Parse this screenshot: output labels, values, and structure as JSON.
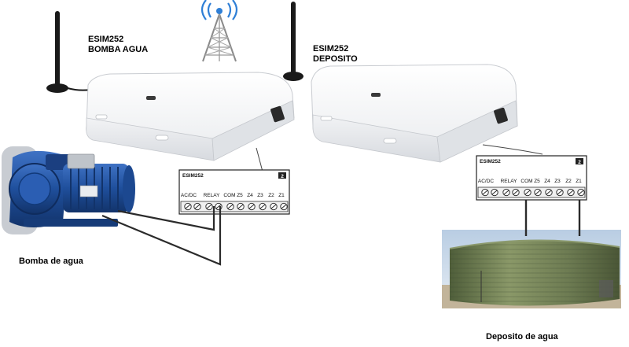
{
  "devices": [
    {
      "model": "ESIM252",
      "role": "BOMBA AGUA"
    },
    {
      "model": "ESIM252",
      "role": "DEPOSITO"
    }
  ],
  "terminal_block": {
    "header": "ESIM252",
    "badge": "2",
    "terminals": [
      "AC/DC",
      "RELAY",
      "COM",
      "Z5",
      "Z4",
      "Z3",
      "Z2",
      "Z1"
    ]
  },
  "captions": {
    "pump": "Bomba de agua",
    "tank": "Deposito de agua"
  },
  "colors": {
    "device_body": "#f4f5f6",
    "antenna": "#1a1a1a",
    "pump_blue": "#1f4f9c",
    "tank_green": "#6f7f55",
    "wire": "#2b2b2b"
  }
}
